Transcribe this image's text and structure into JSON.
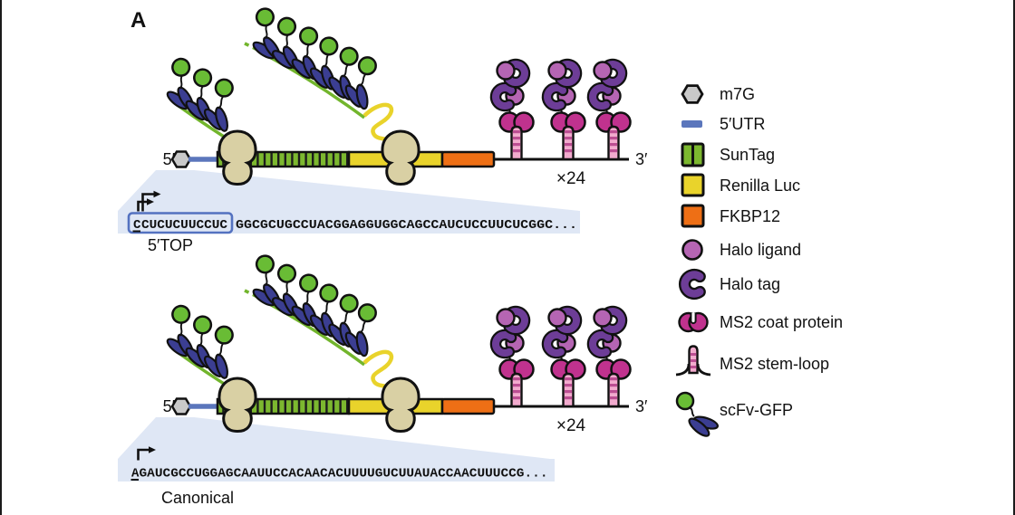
{
  "panel_label": "A",
  "constructs": [
    {
      "id": "5top-reporter",
      "five_prime_label": "5′",
      "three_prime_label": "3′",
      "repeat_label": "×24",
      "promoter_label": "5′TOP",
      "sequence": {
        "first_nt": "C",
        "boxed_rest": "CUCUCUUCCUC",
        "downstream": "GGCGCUGCCUACGGAGGUGGCAGCCAUCUCCUUCUCGGC..."
      }
    },
    {
      "id": "canonical-reporter",
      "five_prime_label": "5′",
      "three_prime_label": "3′",
      "repeat_label": "×24",
      "promoter_label": "Canonical",
      "sequence": {
        "first_nt": "A",
        "downstream": "GAUCGCCUGGAGCAAUUCCACAACACUUUUGUCUUAUACCAACUUUCCG..."
      }
    }
  ],
  "legend": {
    "items": [
      {
        "icon": "m7g-icon",
        "label": "m7G"
      },
      {
        "icon": "utr-icon",
        "label": "5′UTR"
      },
      {
        "icon": "suntag-icon",
        "label": "SunTag"
      },
      {
        "icon": "renilla-icon",
        "label": "Renilla Luc"
      },
      {
        "icon": "fkbp12-icon",
        "label": "FKBP12"
      },
      {
        "icon": "halo-ligand-icon",
        "label": "Halo ligand"
      },
      {
        "icon": "halo-tag-icon",
        "label": "Halo tag"
      },
      {
        "icon": "ms2-coat-icon",
        "label": "MS2 coat protein"
      },
      {
        "icon": "ms2-stemloop-icon",
        "label": "MS2 stem-loop"
      },
      {
        "icon": "scfv-gfp-icon",
        "label": "scFv-GFP"
      }
    ]
  },
  "colors": {
    "m7g_cap": "#c9c9c9",
    "utr_blue": "#5b76bc",
    "suntag_green": "#7cb82f",
    "renilla_yellow": "#e9d32b",
    "fkbp12_orange": "#ee6f15",
    "halo_ligand_purple": "#b565b3",
    "halo_tag_purple": "#6d3d97",
    "ms2_coat_magenta": "#c0328e",
    "stemloop_pink": "#f2abce",
    "gfp_green": "#69bc35",
    "scfv_navy": "#3b3e92",
    "ribosome_tan": "#d9d0a4",
    "sequence_highlight": "#dfe7f5",
    "top_box_stroke": "#5472c0"
  }
}
